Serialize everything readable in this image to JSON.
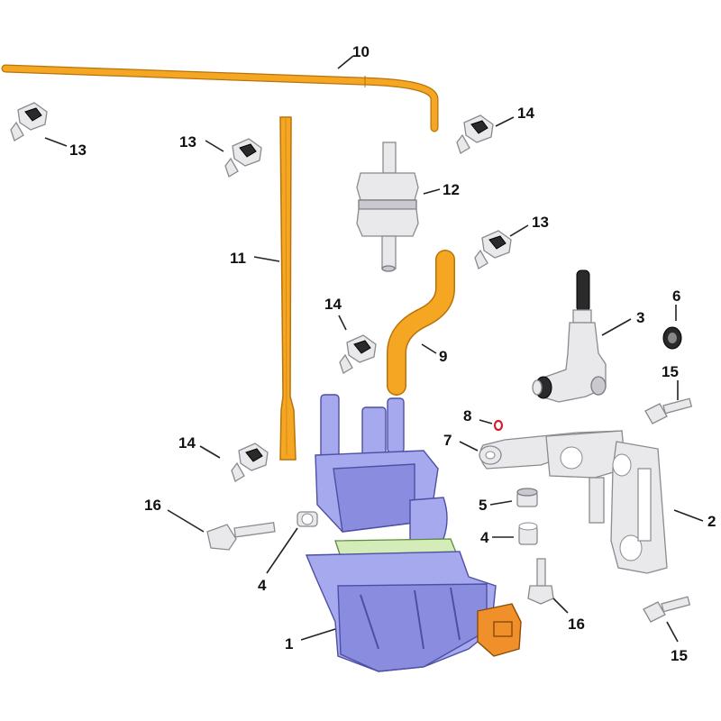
{
  "diagram": {
    "callouts": [
      {
        "id": "c1",
        "label": "1"
      },
      {
        "id": "c2",
        "label": "2"
      },
      {
        "id": "c3",
        "label": "3"
      },
      {
        "id": "c4a",
        "label": "4"
      },
      {
        "id": "c4b",
        "label": "4"
      },
      {
        "id": "c5",
        "label": "5"
      },
      {
        "id": "c6",
        "label": "6"
      },
      {
        "id": "c7",
        "label": "7"
      },
      {
        "id": "c8",
        "label": "8"
      },
      {
        "id": "c9",
        "label": "9"
      },
      {
        "id": "c10",
        "label": "10"
      },
      {
        "id": "c11",
        "label": "11"
      },
      {
        "id": "c12",
        "label": "12"
      },
      {
        "id": "c13a",
        "label": "13"
      },
      {
        "id": "c13b",
        "label": "13"
      },
      {
        "id": "c13c",
        "label": "13"
      },
      {
        "id": "c14a",
        "label": "14"
      },
      {
        "id": "c14b",
        "label": "14"
      },
      {
        "id": "c14c",
        "label": "14"
      },
      {
        "id": "c15a",
        "label": "15"
      },
      {
        "id": "c15b",
        "label": "15"
      },
      {
        "id": "c16a",
        "label": "16"
      },
      {
        "id": "c16b",
        "label": "16"
      }
    ]
  },
  "colors": {
    "hose": "#f5a623",
    "pump_body": "#a7a9ee",
    "gasket": "#d3ecb8",
    "connector": "#f0902a",
    "hardware": "#e9e9ec"
  }
}
